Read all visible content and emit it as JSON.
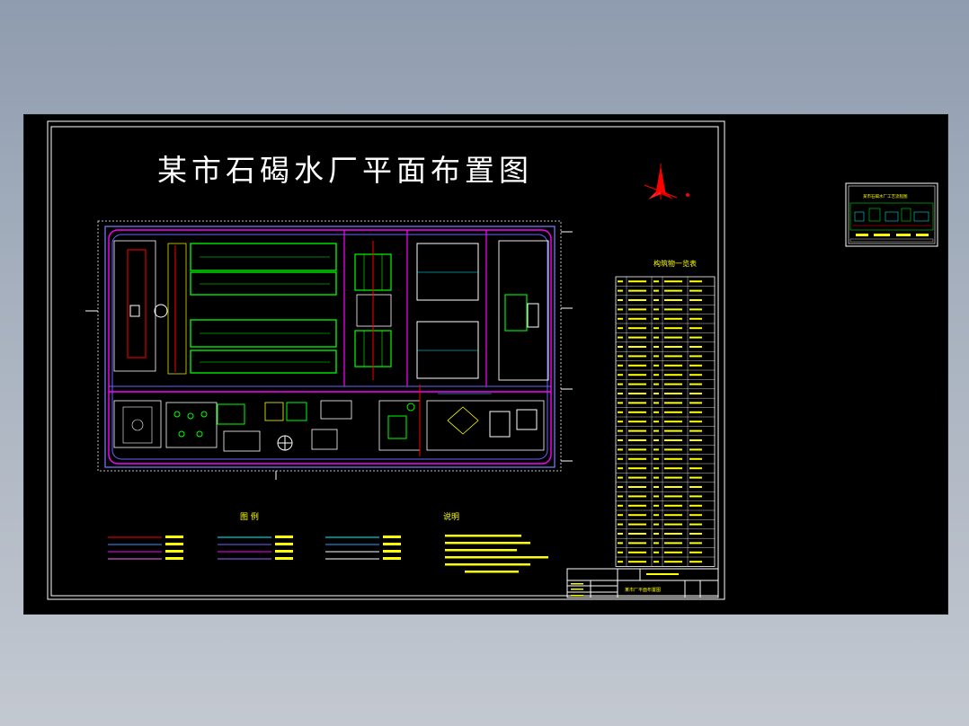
{
  "drawing": {
    "title": "某市石碣水厂平面布置图"
  },
  "colors": {
    "background": "#000000",
    "frame": "#ffffff",
    "green": "#00ff00",
    "yellow": "#ffff00",
    "magenta": "#ff00ff",
    "blue": "#3366ff",
    "red": "#ff0000",
    "cyan": "#00ffff",
    "viewport_bg": "#8f9caf"
  },
  "icons": {
    "north_arrow": "north-arrow-icon",
    "gate": "gate-icon"
  },
  "legend": {
    "title": "图 例"
  },
  "notes": {
    "title": "说明"
  },
  "structures_table": {
    "title": "构筑物一览表",
    "rows": 30
  },
  "title_block": {
    "drawing_name": "某市厂平面布置图"
  },
  "thumbnail": {
    "title": "某市石碣水厂工艺流程图"
  }
}
